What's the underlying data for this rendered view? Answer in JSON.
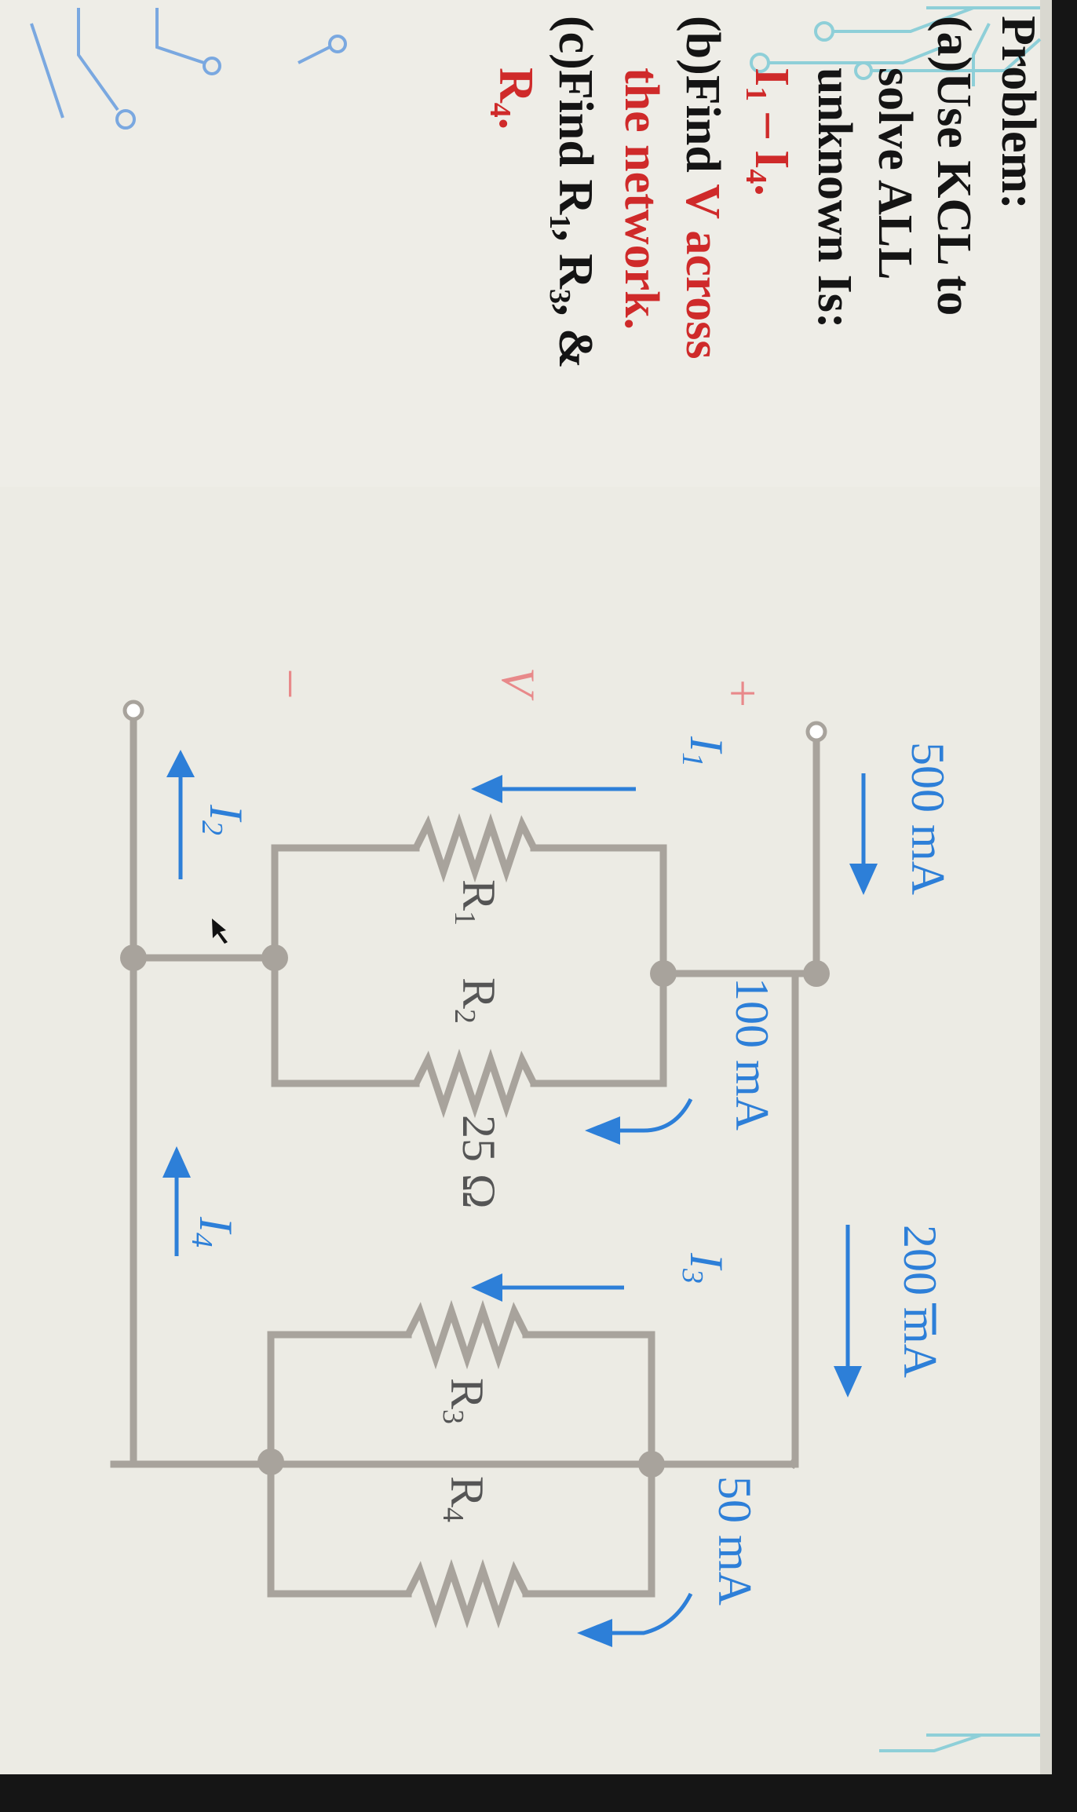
{
  "problem": {
    "heading": "Problem:",
    "part_a": {
      "prefix": "(a)",
      "line1": "Use KCL to",
      "line2": "solve ALL",
      "line3": "unknown Is:",
      "line4_a": "I",
      "line4_sub1": "1",
      "line4_b": " – I",
      "line4_sub2": "4",
      "line4_c": "."
    },
    "part_b": {
      "prefix": "(b)",
      "line1_a": "Find ",
      "line1_v": "V",
      "line1_b": " across",
      "line2": "the network."
    },
    "part_c": {
      "prefix": "(c)",
      "line1_a": "Find R",
      "sub1": "1",
      "line1_b": ", R",
      "sub2": "3",
      "line1_c": ", &",
      "line2_a": "R",
      "sub3": "4",
      "line2_b": "."
    }
  },
  "circuit": {
    "source_current": "500 mA",
    "i_label": "I",
    "r_label": "R",
    "label_100": "100 mA",
    "label_200": "200 mA",
    "label_50": "50 mA",
    "r2_value": "25 Ω",
    "plus": "+",
    "minus": "–",
    "v_label": "V",
    "sub_1": "1",
    "sub_2": "2",
    "sub_3": "3",
    "sub_4": "4"
  },
  "colors": {
    "screen": "#ecebe4",
    "frame": "#151515",
    "text": "#141414",
    "emphasis": "#cf2a2a",
    "current": "#2d7fd8",
    "wire": "#a8a39c",
    "polarity": "#e8898a",
    "decoration": "#8ecfd8"
  }
}
